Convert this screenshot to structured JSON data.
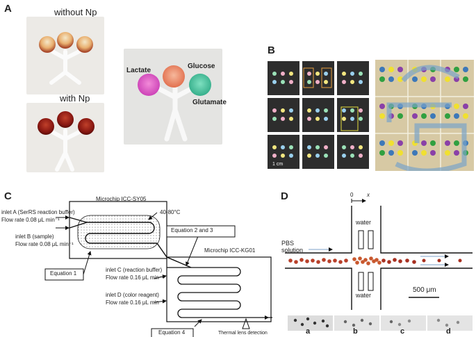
{
  "panels": {
    "a": {
      "letter": "A",
      "caption_top": "without Np",
      "caption_bottom": "with Np",
      "labels": {
        "lactate": "Lactate",
        "glucose": "Glucose",
        "glutamate": "Glutamate"
      }
    },
    "b": {
      "letter": "B",
      "scale": "1 cm"
    },
    "c": {
      "letter": "C",
      "chip1": "Microchip ICC-SY05",
      "temp": "40-80°C",
      "inletA": "inlet A (SerRS reaction buffer)",
      "inletA_flow": "Flow rate 0.08 μL min⁻¹",
      "inletB": "inlet B (sample)",
      "inletB_flow": "Flow rate 0.08 μL min⁻¹",
      "eq1": "Equation 1",
      "eq23": "Equation 2 and 3",
      "chip2": "Microchip ICC-KG01",
      "inletC": "inlet C (reaction buffer)",
      "inletC_flow": "Flow rate 0.16 μL min⁻¹",
      "inletD": "inlet D (color reagent)",
      "inletD_flow": "Flow rate 0.16 μL min⁻¹",
      "eq4": "Equation 4",
      "detect": "Thermal lens detection"
    },
    "d": {
      "letter": "D",
      "origin": "0",
      "axis": "x",
      "water_top": "water",
      "water_bottom": "water",
      "pbs1": "PBS",
      "pbs2": "solution",
      "scale": "500 μm",
      "strip": [
        "a",
        "b",
        "c",
        "d"
      ]
    }
  }
}
